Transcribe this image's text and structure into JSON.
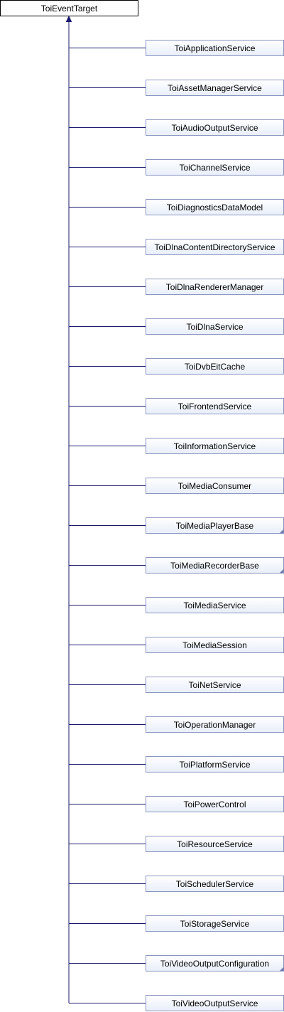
{
  "diagram": {
    "root": {
      "label": "ToiEventTarget"
    },
    "children": [
      {
        "label": "ToiApplicationService",
        "has_more": false
      },
      {
        "label": "ToiAssetManagerService",
        "has_more": false
      },
      {
        "label": "ToiAudioOutputService",
        "has_more": false
      },
      {
        "label": "ToiChannelService",
        "has_more": false
      },
      {
        "label": "ToiDiagnosticsDataModel",
        "has_more": false
      },
      {
        "label": "ToiDlnaContentDirectoryService",
        "has_more": false
      },
      {
        "label": "ToiDlnaRendererManager",
        "has_more": false
      },
      {
        "label": "ToiDlnaService",
        "has_more": false
      },
      {
        "label": "ToiDvbEitCache",
        "has_more": false
      },
      {
        "label": "ToiFrontendService",
        "has_more": false
      },
      {
        "label": "ToiInformationService",
        "has_more": false
      },
      {
        "label": "ToiMediaConsumer",
        "has_more": false
      },
      {
        "label": "ToiMediaPlayerBase",
        "has_more": true
      },
      {
        "label": "ToiMediaRecorderBase",
        "has_more": true
      },
      {
        "label": "ToiMediaService",
        "has_more": false
      },
      {
        "label": "ToiMediaSession",
        "has_more": false
      },
      {
        "label": "ToiNetService",
        "has_more": false
      },
      {
        "label": "ToiOperationManager",
        "has_more": false
      },
      {
        "label": "ToiPlatformService",
        "has_more": false
      },
      {
        "label": "ToiPowerControl",
        "has_more": false
      },
      {
        "label": "ToiResourceService",
        "has_more": false
      },
      {
        "label": "ToiSchedulerService",
        "has_more": false
      },
      {
        "label": "ToiStorageService",
        "has_more": false
      },
      {
        "label": "ToiVideoOutputConfiguration",
        "has_more": true
      },
      {
        "label": "ToiVideoOutputService",
        "has_more": false
      }
    ]
  },
  "colors": {
    "root_fill": "#ffffff",
    "root_stroke": "#000000",
    "child_fill_top": "#ffffff",
    "child_fill_bottom": "#e8eef9",
    "child_stroke": "#8b96c0",
    "edge": "#1a1a6e",
    "more_marker": "#6f7fb5"
  }
}
